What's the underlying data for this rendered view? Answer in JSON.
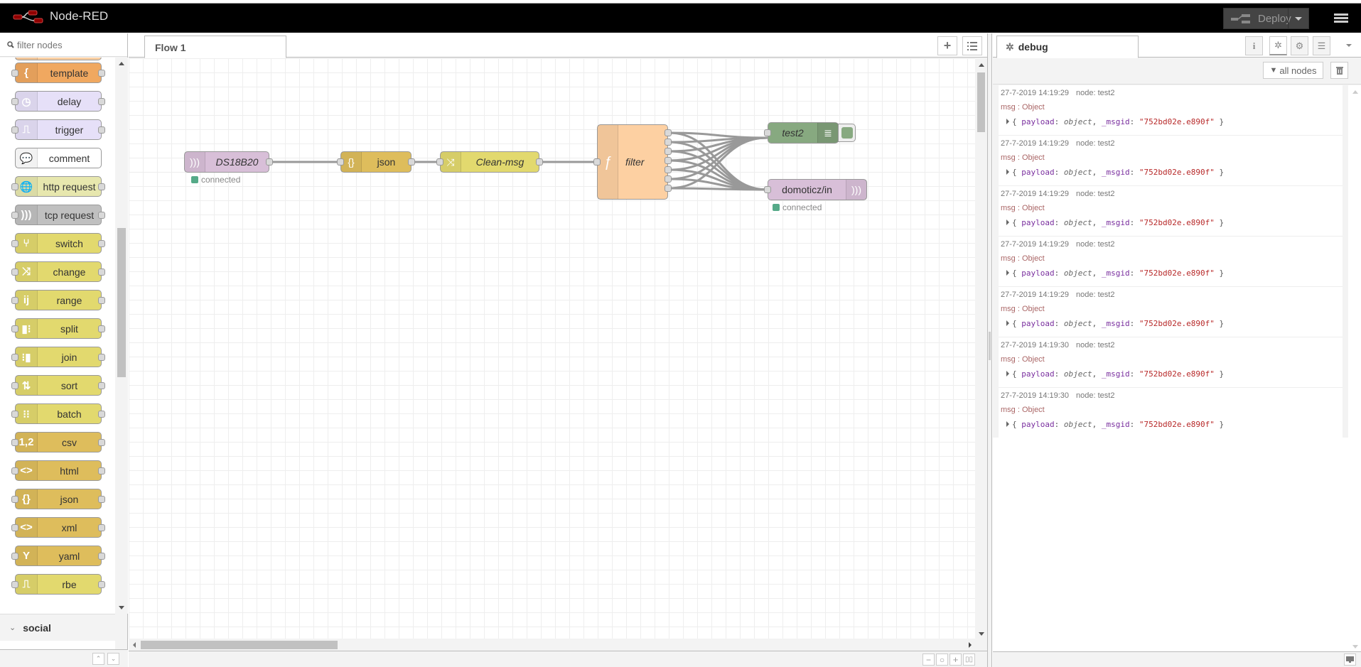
{
  "header": {
    "app_title": "Node-RED",
    "deploy_label": "Deploy"
  },
  "palette": {
    "search_placeholder": "filter nodes",
    "nodes": [
      {
        "label": "template",
        "color": "#f0a860",
        "icon": "{",
        "in": true,
        "out": true
      },
      {
        "label": "delay",
        "color": "#e6e0f8",
        "icon": "◷",
        "in": true,
        "out": true
      },
      {
        "label": "trigger",
        "color": "#e6e0f8",
        "icon": "⎍",
        "in": true,
        "out": true
      },
      {
        "label": "comment",
        "color": "#ffffff",
        "icon": "💬",
        "in": false,
        "out": false
      },
      {
        "label": "http request",
        "color": "#e7e7ae",
        "icon": "🌐",
        "in": true,
        "out": true
      },
      {
        "label": "tcp request",
        "color": "#c0c0c0",
        "icon": ")))",
        "in": true,
        "out": true
      },
      {
        "label": "switch",
        "color": "#e2d96e",
        "icon": "⑂",
        "in": true,
        "out": true
      },
      {
        "label": "change",
        "color": "#e2d96e",
        "icon": "⤨",
        "in": true,
        "out": true
      },
      {
        "label": "range",
        "color": "#e2d96e",
        "icon": "ij",
        "in": true,
        "out": true
      },
      {
        "label": "split",
        "color": "#e2d96e",
        "icon": "▮⁝",
        "in": true,
        "out": true
      },
      {
        "label": "join",
        "color": "#e2d96e",
        "icon": "⁝▮",
        "in": true,
        "out": true
      },
      {
        "label": "sort",
        "color": "#e2d96e",
        "icon": "⇅",
        "in": true,
        "out": true
      },
      {
        "label": "batch",
        "color": "#e2d96e",
        "icon": "⁝⁝",
        "in": true,
        "out": true
      },
      {
        "label": "csv",
        "color": "#debd5c",
        "icon": "1,2",
        "in": true,
        "out": true
      },
      {
        "label": "html",
        "color": "#debd5c",
        "icon": "<>",
        "in": true,
        "out": true
      },
      {
        "label": "json",
        "color": "#debd5c",
        "icon": "{}",
        "in": true,
        "out": true
      },
      {
        "label": "xml",
        "color": "#debd5c",
        "icon": "<>",
        "in": true,
        "out": true
      },
      {
        "label": "yaml",
        "color": "#debd5c",
        "icon": "Y",
        "in": true,
        "out": true
      },
      {
        "label": "rbe",
        "color": "#e2d96e",
        "icon": "⎍",
        "in": true,
        "out": true
      }
    ],
    "category": "social"
  },
  "workspace": {
    "tab_label": "Flow 1",
    "nodes": [
      {
        "id": "ds18b20",
        "label": "DS18B20",
        "color": "#d8bfd8",
        "icon": ")))",
        "italic": true,
        "status": "connected"
      },
      {
        "id": "json",
        "label": "json",
        "color": "#debd5c",
        "icon": "{}",
        "italic": false
      },
      {
        "id": "clean",
        "label": "Clean-msg",
        "color": "#e2d96e",
        "icon": "⤨",
        "italic": true
      },
      {
        "id": "filter",
        "label": "filter",
        "color": "#fdd0a2",
        "icon": "ƒ",
        "italic": true,
        "outputs": 7
      },
      {
        "id": "test2",
        "label": "test2",
        "color": "#87a980",
        "icon": "≣",
        "italic": true
      },
      {
        "id": "domoticz",
        "label": "domoticz/in",
        "color": "#d8bfd8",
        "icon": ")))",
        "italic": false,
        "status": "connected"
      }
    ]
  },
  "sidebar": {
    "tab_label": "debug",
    "filter_label": "all nodes",
    "messages": [
      {
        "time": "27-7-2019 14:19:29",
        "node": "node: test2",
        "topic": "msg : Object",
        "key1": "payload",
        "type1": "object",
        "key2": "_msgid",
        "val2": "\"752bd02e.e890f\""
      },
      {
        "time": "27-7-2019 14:19:29",
        "node": "node: test2",
        "topic": "msg : Object",
        "key1": "payload",
        "type1": "object",
        "key2": "_msgid",
        "val2": "\"752bd02e.e890f\""
      },
      {
        "time": "27-7-2019 14:19:29",
        "node": "node: test2",
        "topic": "msg : Object",
        "key1": "payload",
        "type1": "object",
        "key2": "_msgid",
        "val2": "\"752bd02e.e890f\""
      },
      {
        "time": "27-7-2019 14:19:29",
        "node": "node: test2",
        "topic": "msg : Object",
        "key1": "payload",
        "type1": "object",
        "key2": "_msgid",
        "val2": "\"752bd02e.e890f\""
      },
      {
        "time": "27-7-2019 14:19:29",
        "node": "node: test2",
        "topic": "msg : Object",
        "key1": "payload",
        "type1": "object",
        "key2": "_msgid",
        "val2": "\"752bd02e.e890f\""
      },
      {
        "time": "27-7-2019 14:19:30",
        "node": "node: test2",
        "topic": "msg : Object",
        "key1": "payload",
        "type1": "object",
        "key2": "_msgid",
        "val2": "\"752bd02e.e890f\""
      },
      {
        "time": "27-7-2019 14:19:30",
        "node": "node: test2",
        "topic": "msg : Object",
        "key1": "payload",
        "type1": "object",
        "key2": "_msgid",
        "val2": "\"752bd02e.e890f\""
      }
    ]
  }
}
